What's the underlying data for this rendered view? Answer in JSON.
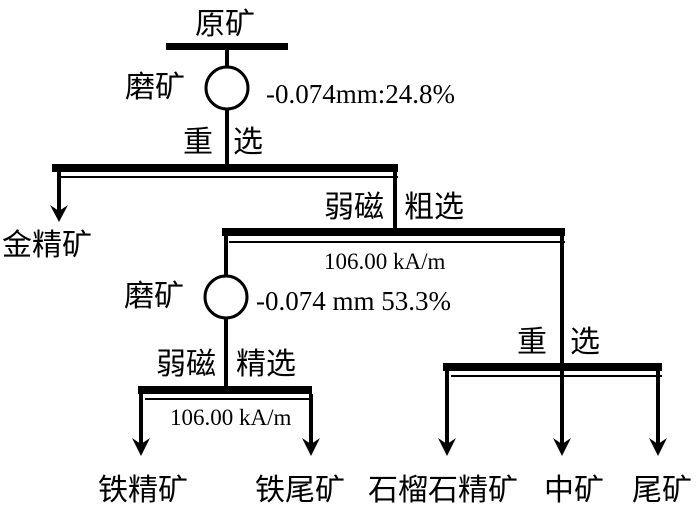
{
  "nodes": {
    "raw_ore": "原矿",
    "grinding_1": "磨矿",
    "grind_spec_1": "-0.074mm:24.8%",
    "gravity_1_a": "重",
    "gravity_1_b": "选",
    "gold_concentrate": "金精矿",
    "weak_mag_rough_a": "弱磁",
    "weak_mag_rough_b": "粗选",
    "field_strength_1": "106.00 kA/m",
    "grinding_2": "磨矿",
    "grind_spec_2": "-0.074 mm 53.3%",
    "weak_mag_clean_a": "弱磁",
    "weak_mag_clean_b": "精选",
    "field_strength_2": "106.00 kA/m",
    "iron_concentrate": "铁精矿",
    "iron_tailings": "铁尾矿",
    "gravity_2_a": "重",
    "gravity_2_b": "选",
    "garnet_concentrate": "石榴石精矿",
    "middlings": "中矿",
    "tailings": "尾矿"
  }
}
